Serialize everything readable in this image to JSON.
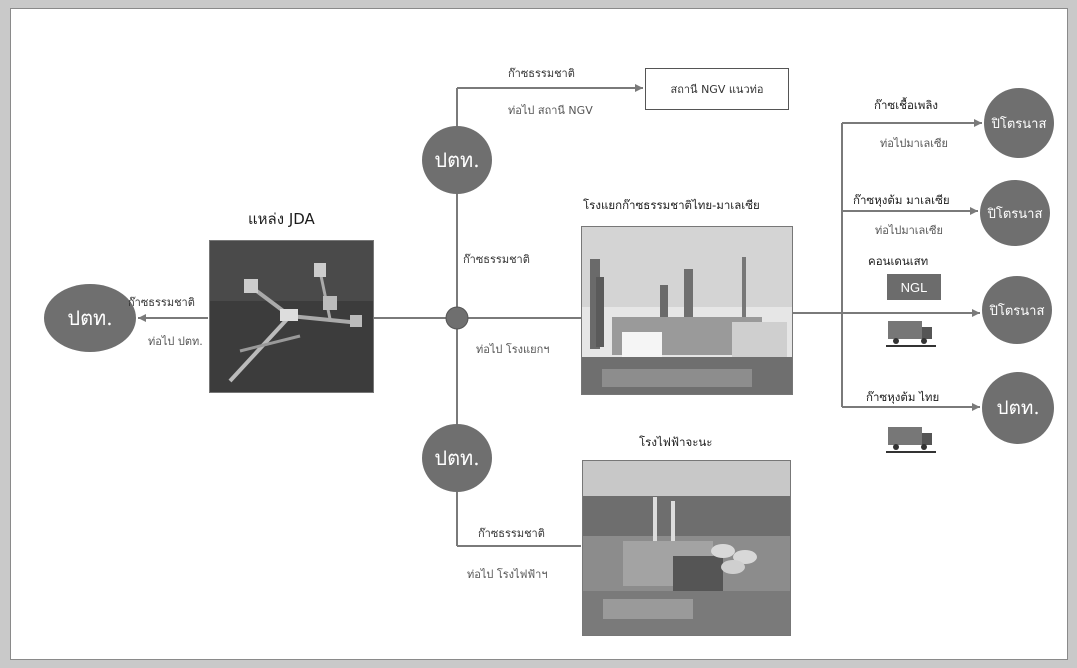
{
  "source": {
    "title": "แหล่ง JDA"
  },
  "left_target": {
    "circle": "ปตท.",
    "gas": "ก๊าซธรรมชาติ",
    "pipe": "ท่อไป ปตท."
  },
  "top_branch": {
    "circle": "ปตท.",
    "gas": "ก๊าซธรรมชาติ",
    "pipe": "ท่อไป สถานี NGV",
    "station": "สถานี NGV แนวท่อ"
  },
  "mid_branch": {
    "gas": "ก๊าซธรรมชาติ",
    "pipe": "ท่อไป โรงแยกฯ",
    "plant_title": "โรงแยกก๊าซธรรมชาติไทย-มาเลเซีย"
  },
  "bottom_branch": {
    "circle": "ปตท.",
    "gas": "ก๊าซธรรมชาติ",
    "pipe": "ท่อไป โรงไฟฟ้าฯ",
    "plant_title": "โรงไฟฟ้าจะนะ"
  },
  "outputs": [
    {
      "label": "ก๊าซเชื้อเพลิง",
      "sub": "ท่อไปมาเลเซีย",
      "circle": "ปิโตรนาส"
    },
    {
      "label": "ก๊าซหุงต้ม มาเลเซีย",
      "sub": "ท่อไปมาเลเซีย",
      "circle": "ปิโตรนาส"
    },
    {
      "label": "คอนเดนเสท",
      "badge": "NGL",
      "circle": "ปิโตรนาส"
    },
    {
      "label": "ก๊าซหุงต้ม ไทย",
      "circle": "ปตท."
    }
  ],
  "colors": {
    "circle_fill": "#6f6f6f",
    "line": "#7a7a7a",
    "badge_fill": "#6c6c6c"
  },
  "icons": [
    "offshore-platform-photo",
    "gas-separation-plant-photo",
    "power-plant-photo",
    "truck-icon"
  ]
}
